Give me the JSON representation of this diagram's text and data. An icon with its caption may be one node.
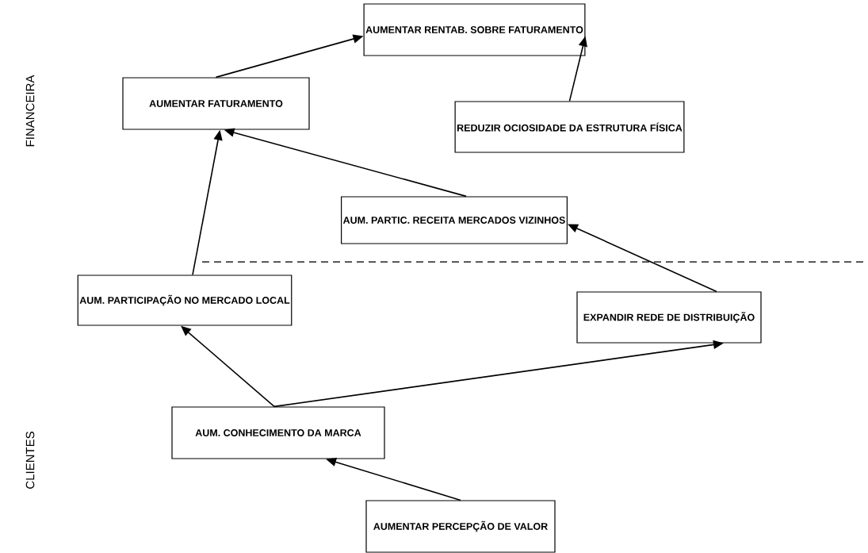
{
  "diagram": {
    "nodes": [
      {
        "text": [
          "AUMENTAR RENTAB. SOBRE FATURAMENTO"
        ]
      },
      {
        "text": [
          "AUMENTAR FATURAMENTO"
        ]
      },
      {
        "text": [
          "REDUZIR OCIOSIDADE DA ESTRUTURA FÍSICA"
        ]
      },
      {
        "text": [
          "AUM. PARTIC. RECEITA MERCADOS VIZINHOS"
        ]
      },
      {
        "text": [
          "AUM. PARTICIPAÇÃO NO MERCADO LOCAL"
        ]
      },
      {
        "text": [
          "EXPANDIR REDE DE DISTRIBUIÇÃO"
        ]
      },
      {
        "text": [
          "AUM. CONHECIMENTO DA MARCA"
        ]
      },
      {
        "text": [
          "AUMENTAR PERCEPÇÃO DE VALOR"
        ]
      }
    ],
    "edges": [
      {
        "from": 1,
        "to": 0,
        "arrow": "to"
      },
      {
        "from": 2,
        "to": 0,
        "arrow": "to"
      },
      {
        "from": 3,
        "to": 1,
        "arrow": "to"
      },
      {
        "from": 4,
        "to": 1,
        "arrow": "to"
      },
      {
        "from": 6,
        "to": 4,
        "arrow": "to"
      },
      {
        "from": 6,
        "to": 5,
        "arrow": "to"
      },
      {
        "from": 5,
        "to": 3,
        "arrow": "to"
      },
      {
        "from": 7,
        "to": 6,
        "arrow": "to"
      }
    ],
    "labels": [
      "FINANCEIRA",
      "CLIENTES"
    ]
  }
}
